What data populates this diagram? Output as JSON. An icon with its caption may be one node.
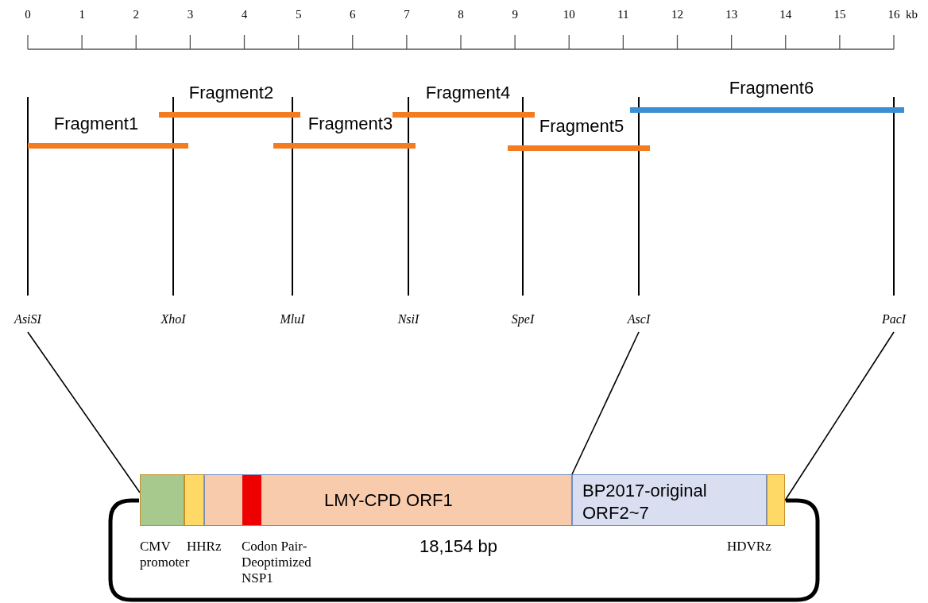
{
  "diagram": {
    "nodes": [
      {
        "text": [
          "Fragment1"
        ]
      },
      {
        "text": [
          "Fragment2"
        ]
      },
      {
        "text": [
          "Fragment3"
        ]
      },
      {
        "text": [
          "Fragment4"
        ]
      },
      {
        "text": [
          "Fragment5"
        ]
      },
      {
        "text": [
          "Fragment6"
        ]
      },
      {
        "text": [
          "AsiSI"
        ]
      },
      {
        "text": [
          "XhoI"
        ]
      },
      {
        "text": [
          "MluI"
        ]
      },
      {
        "text": [
          "NsiI"
        ]
      },
      {
        "text": [
          "SpeI"
        ]
      },
      {
        "text": [
          "AscI"
        ]
      },
      {
        "text": [
          "PacI"
        ]
      },
      {
        "text": [],
        "shape": "box"
      },
      {
        "text": [],
        "shape": "box"
      },
      {
        "text": [
          "LMY-CPD ORF1"
        ]
      },
      {
        "text": [],
        "shape": "box",
        "in": 15
      },
      {
        "text": [
          "BP2017-original ORF2~7"
        ]
      },
      {
        "text": [],
        "shape": "box"
      }
    ],
    "edges": [
      {
        "from": 6,
        "to": 13,
        "arrow": "none"
      },
      {
        "from": 11,
        "to": 17,
        "arrow": "none"
      },
      {
        "from": 12,
        "to": 18,
        "arrow": "none"
      }
    ],
    "labels": [
      "0",
      "1",
      "2",
      "3",
      "4",
      "5",
      "6",
      "7",
      "8",
      "9",
      "10",
      "11",
      "12",
      "13",
      "14",
      "15",
      "16",
      "kb",
      "CMV promoter",
      "HHRz",
      "Codon Pair-Deoptimized NSP1",
      "HDVRz",
      "18,154 bp"
    ]
  }
}
